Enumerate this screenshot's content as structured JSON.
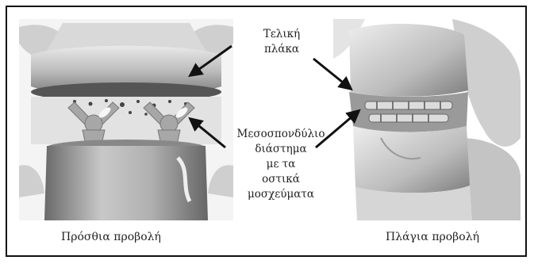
{
  "labels": {
    "endplate": [
      "Τελική",
      "πλάκα"
    ],
    "disc_space": [
      "Μεσοσπονδύλιο",
      "διάστημα",
      "με τα",
      "οστικά",
      "μοσχεύματα"
    ]
  },
  "captions": {
    "front": "Πρόσθια προβολή",
    "side": "Πλάγια προβολή"
  },
  "icons": {
    "front_view": "spine-anterior-view-illustration",
    "side_view": "spine-lateral-view-illustration"
  }
}
